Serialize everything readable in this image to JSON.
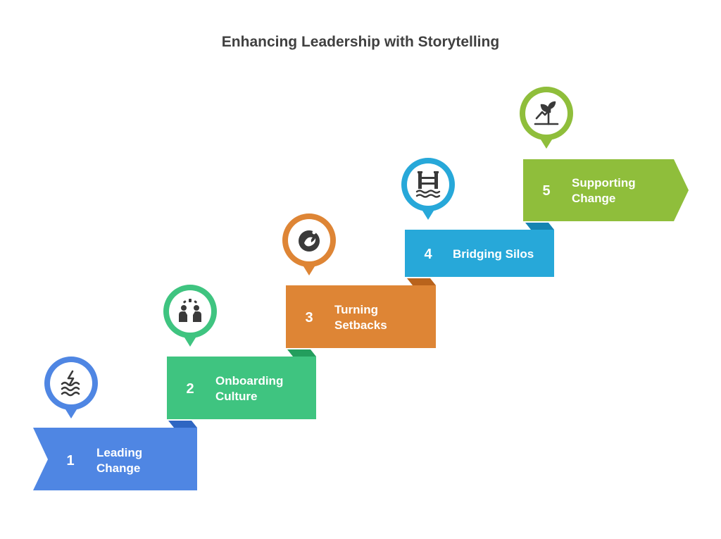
{
  "title": "Enhancing Leadership with Storytelling",
  "steps": [
    {
      "number": "1",
      "line1": "Leading",
      "line2": "Change",
      "color": "#4f86e3",
      "shadow": "#2f66c2",
      "icon": "waves-lightning-icon"
    },
    {
      "number": "2",
      "line1": "Onboarding",
      "line2": "Culture",
      "color": "#3fc480",
      "shadow": "#239e5d",
      "icon": "welcoming-people-icon"
    },
    {
      "number": "3",
      "line1": "Turning",
      "line2": "Setbacks",
      "color": "#de8535",
      "shadow": "#b9631c",
      "icon": "phoenix-icon"
    },
    {
      "number": "4",
      "line1": "Bridging Silos",
      "line2": "",
      "color": "#27a8d9",
      "shadow": "#1684b2",
      "icon": "bridge-icon"
    },
    {
      "number": "5",
      "line1": "Supporting",
      "line2": "Change",
      "color": "#8fbe3b",
      "shadow": "#6f9a24",
      "icon": "growing-sprout-icon"
    }
  ]
}
